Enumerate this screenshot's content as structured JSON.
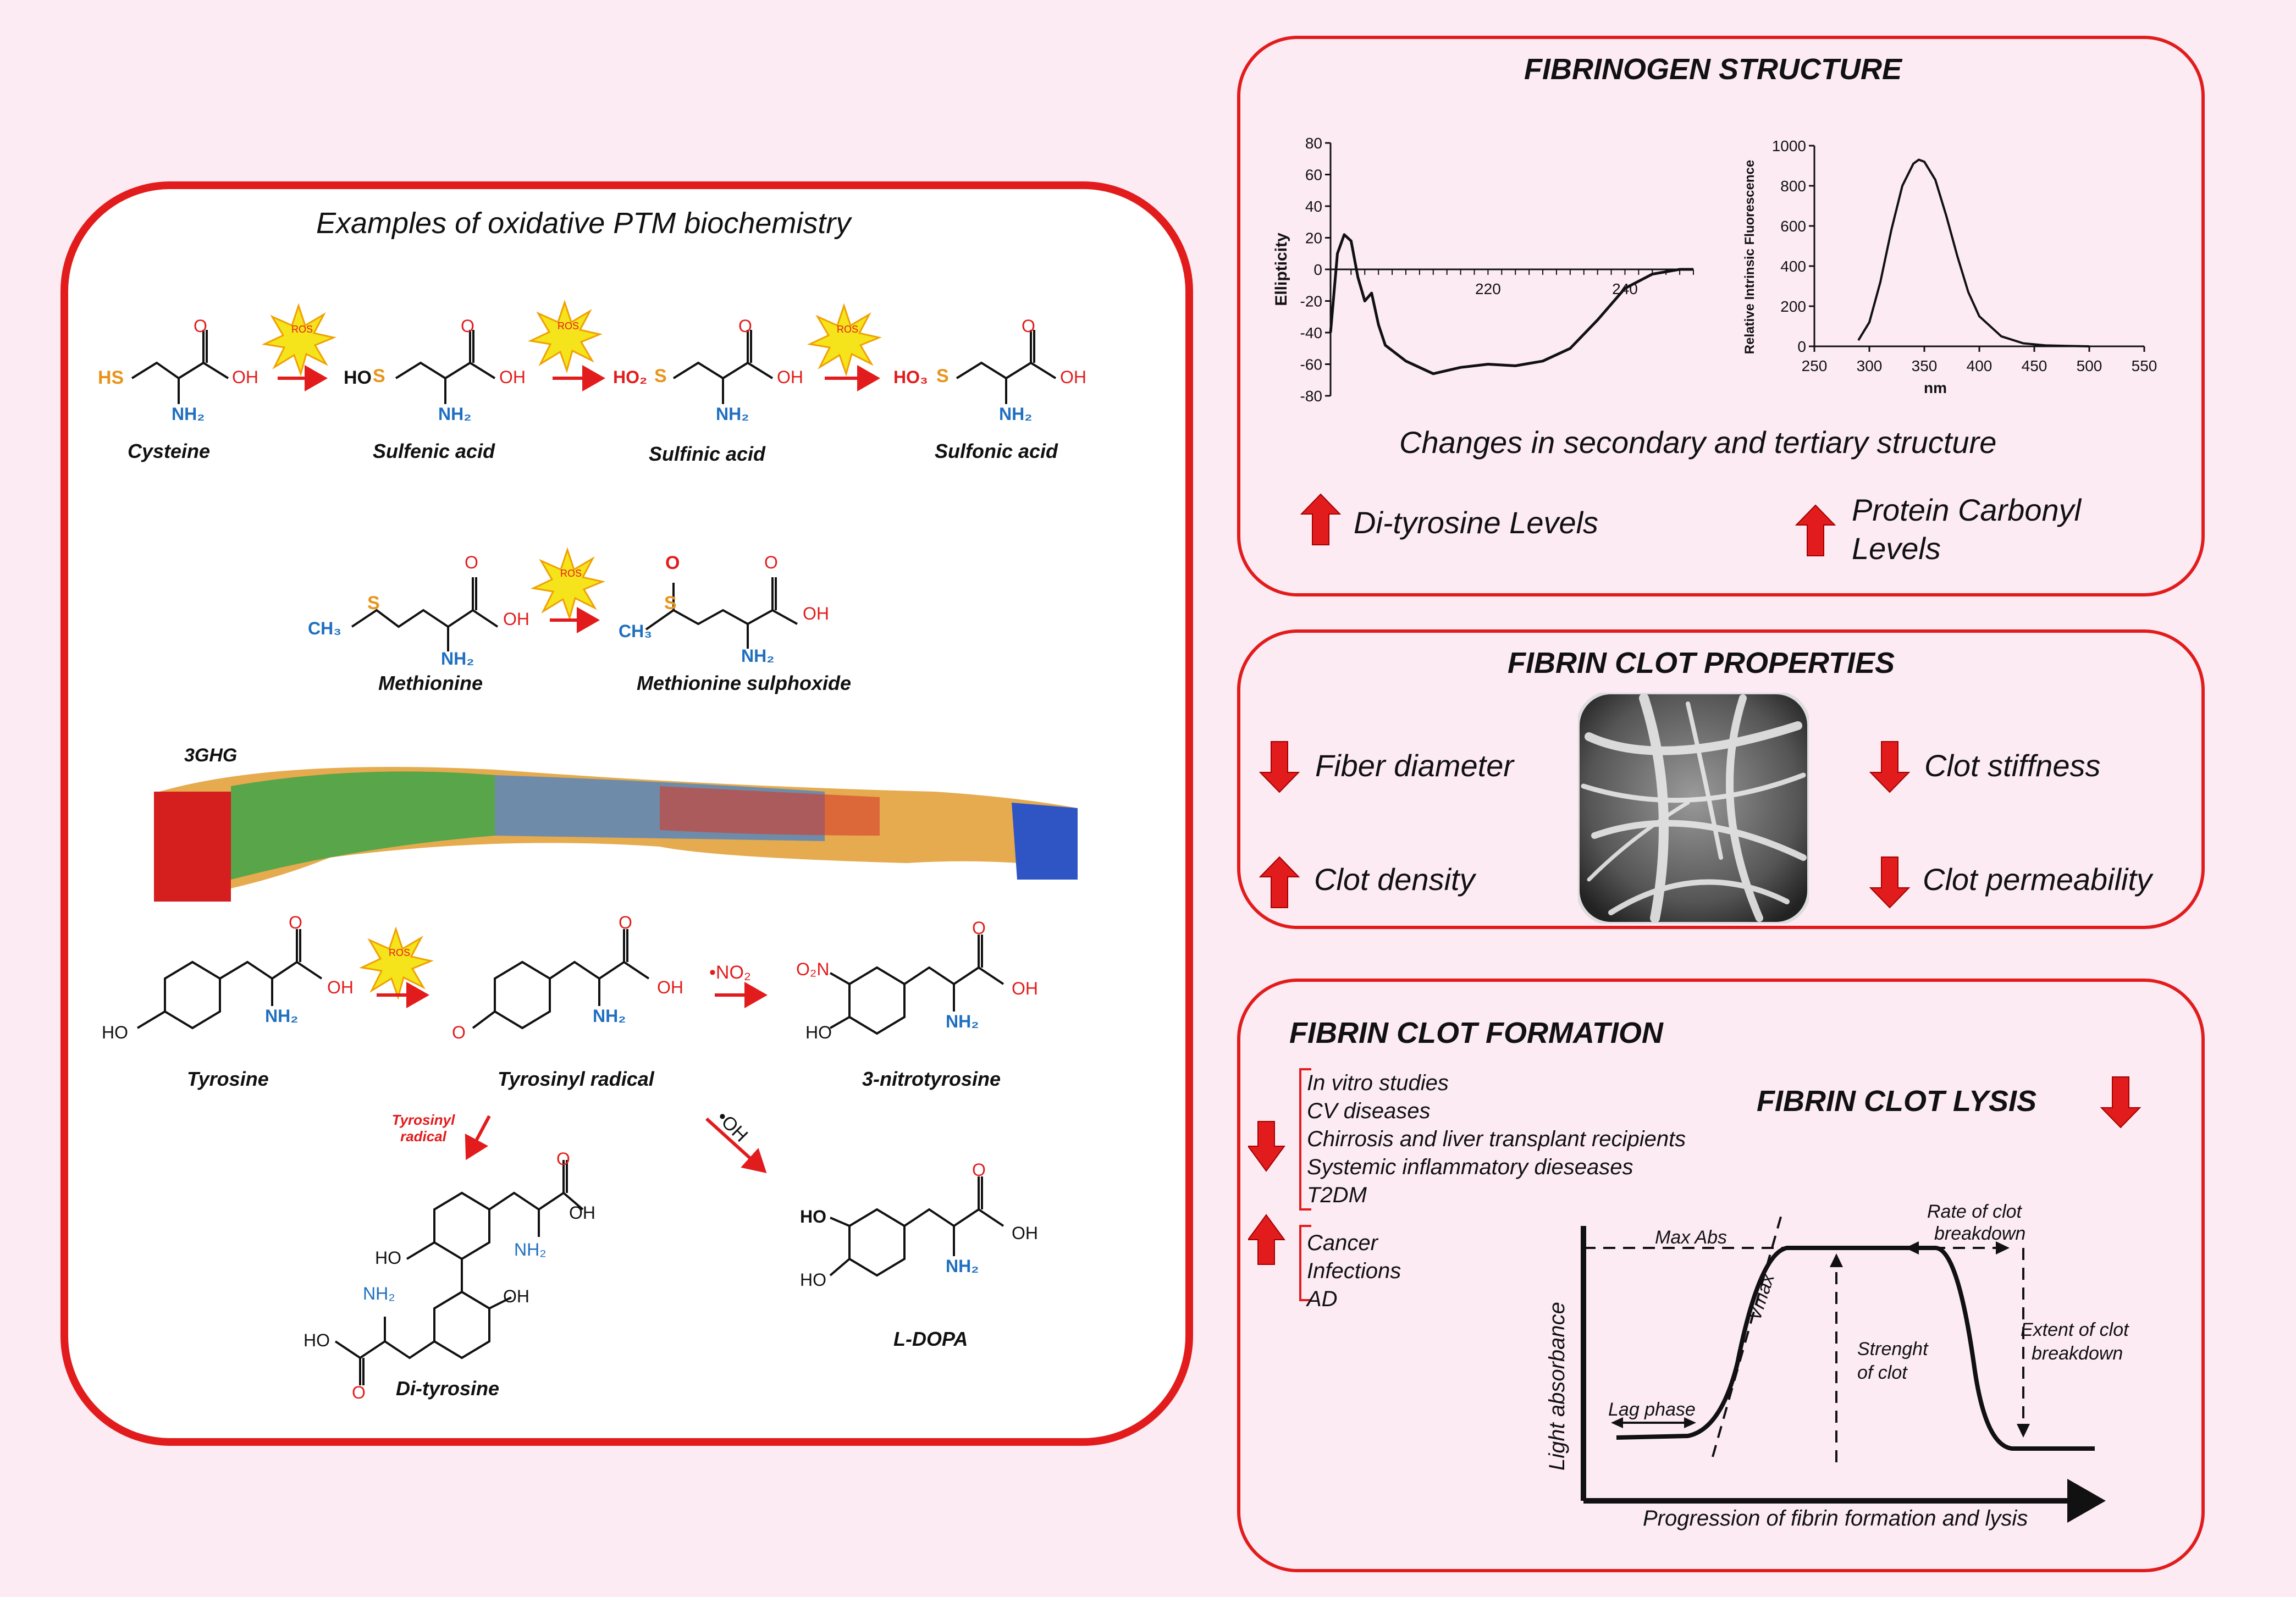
{
  "left": {
    "title": "Examples of oxidative PTM biochemistry",
    "ros": "ROS",
    "cysteine": "Cysteine",
    "sulfenic": "Sulfenic acid",
    "sulfinic": "Sulfinic acid",
    "sulfonic": "Sulfonic acid",
    "methionine": "Methionine",
    "met_sulph": "Methionine sulphoxide",
    "pdb": "3GHG",
    "tyrosine": "Tyrosine",
    "tyrosinyl": "Tyrosinyl radical",
    "nitro": "3-nitrotyrosine",
    "ditmp": "Di-tyrosine",
    "ldopa": "L-DOPA",
    "no2": "•NO₂",
    "oh": "•OH",
    "tyr_radical_arrow": "Tyrosinyl radical",
    "atoms": {
      "sh": "HS",
      "hos": "HO",
      "ho2s": "HO₂",
      "ho3s": "HO₃",
      "s": "S",
      "oh": "OH",
      "o": "O",
      "nh2": "NH₂",
      "ch3": "CH₃",
      "ho": "HO",
      "o2n": "O₂N"
    }
  },
  "structure": {
    "title": "FIBRINOGEN STRUCTURE",
    "subtitle": "Changes in secondary and tertiary structure",
    "ditmp": "Di-tyrosine Levels",
    "carbonyl_1": "Protein Carbonyl",
    "carbonyl_2": "Levels"
  },
  "props": {
    "title": "FIBRIN CLOT PROPERTIES",
    "fiber": "Fiber diameter",
    "stiff": "Clot stiffness",
    "density": "Clot density",
    "perm": "Clot permeability"
  },
  "formation": {
    "title": "FIBRIN CLOT FORMATION",
    "lysis": "FIBRIN CLOT LYSIS",
    "down_list": [
      "In vitro studies",
      "CV diseases",
      "Chirrosis and liver transplant recipients",
      "Systemic inflammatory dieseases",
      "T2DM"
    ],
    "up_list": [
      "Cancer",
      "Infections",
      "AD"
    ],
    "max_abs": "Max Abs",
    "rate_1": "Rate of clot",
    "rate_2": "breakdown",
    "vmax": "Vmax",
    "strength_1": "Strenght",
    "strength_2": "of clot",
    "extent_1": "Extent of clot",
    "extent_2": "breakdown",
    "lag": "Lag phase",
    "ylabel": "Light absorbance",
    "xlabel": "Progression of fibrin formation and lysis"
  },
  "chart_data": [
    {
      "type": "line",
      "ylabel": "Ellipticity",
      "xlim": [
        197,
        250
      ],
      "ylim": [
        -80,
        80
      ],
      "xticks": [
        220,
        240
      ],
      "yticks": [
        80,
        60,
        40,
        20,
        0,
        -20,
        -40,
        -60,
        -80
      ],
      "x": [
        197,
        198,
        199,
        200,
        201,
        202,
        203,
        204,
        205,
        208,
        212,
        216,
        220,
        224,
        228,
        232,
        236,
        240,
        244,
        248,
        250
      ],
      "y": [
        -40,
        10,
        22,
        18,
        -5,
        -20,
        -15,
        -35,
        -48,
        -58,
        -66,
        -62,
        -60,
        -61,
        -58,
        -50,
        -32,
        -12,
        -3,
        0,
        0
      ]
    },
    {
      "type": "line",
      "xlabel": "nm",
      "ylabel": "Relative Intrinsic Fluorescence",
      "xlim": [
        250,
        550
      ],
      "ylim": [
        0,
        1000
      ],
      "xticks": [
        250,
        300,
        350,
        400,
        450,
        500,
        550
      ],
      "yticks": [
        0,
        200,
        400,
        600,
        800,
        1000
      ],
      "x": [
        290,
        300,
        310,
        320,
        330,
        340,
        345,
        350,
        360,
        370,
        380,
        390,
        400,
        420,
        440,
        460,
        480,
        500
      ],
      "y": [
        30,
        120,
        320,
        580,
        800,
        910,
        930,
        920,
        830,
        650,
        450,
        270,
        150,
        50,
        15,
        5,
        2,
        0
      ]
    }
  ]
}
